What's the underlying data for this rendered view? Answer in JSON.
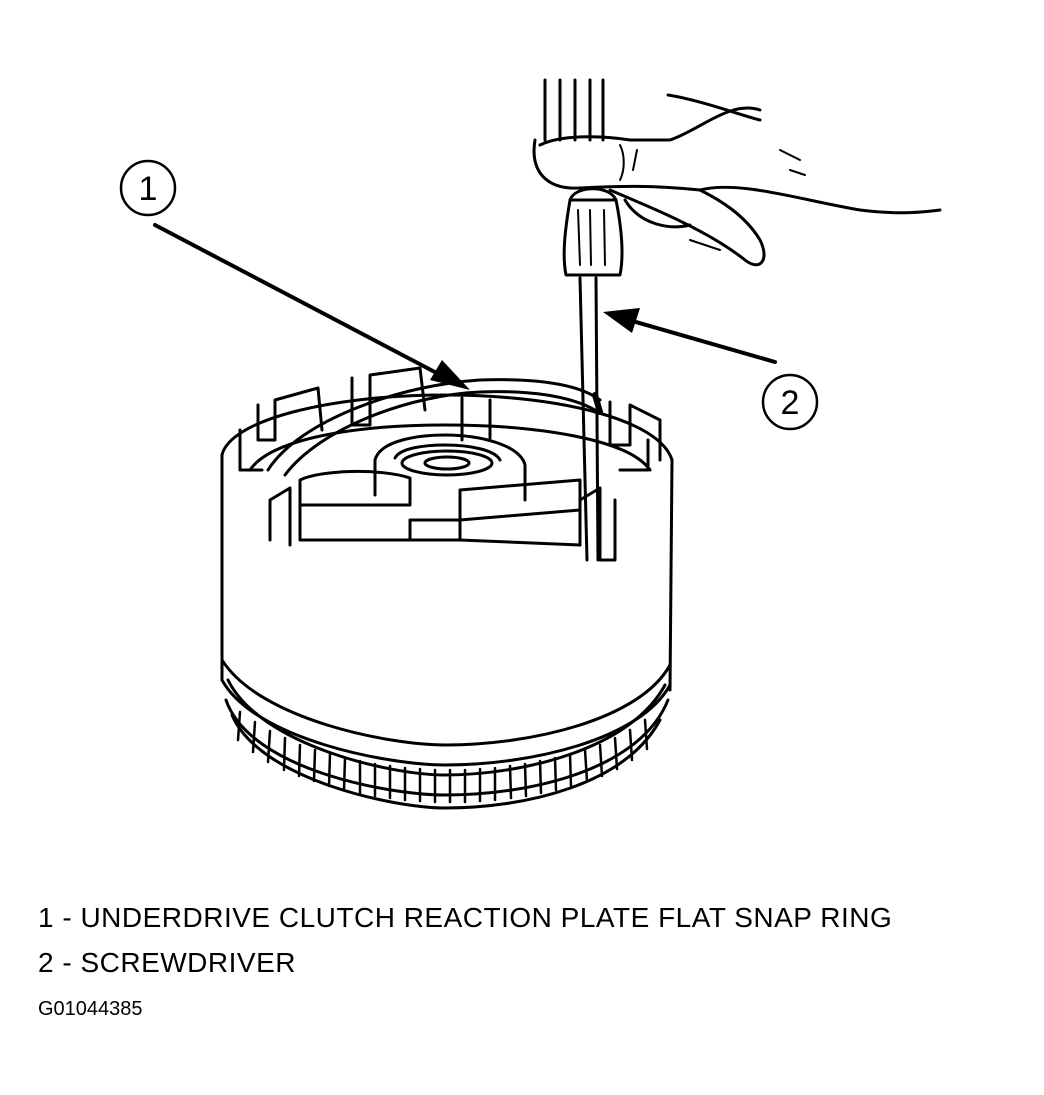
{
  "callouts": [
    {
      "number": "1"
    },
    {
      "number": "2"
    }
  ],
  "legend": [
    {
      "number": "1",
      "text": "1 - UNDERDRIVE CLUTCH REACTION PLATE FLAT SNAP RING"
    },
    {
      "number": "2",
      "text": "2 - SCREWDRIVER"
    }
  ],
  "figure_id": "G01044385",
  "colors": {
    "ink": "#000000",
    "paper": "#ffffff"
  }
}
